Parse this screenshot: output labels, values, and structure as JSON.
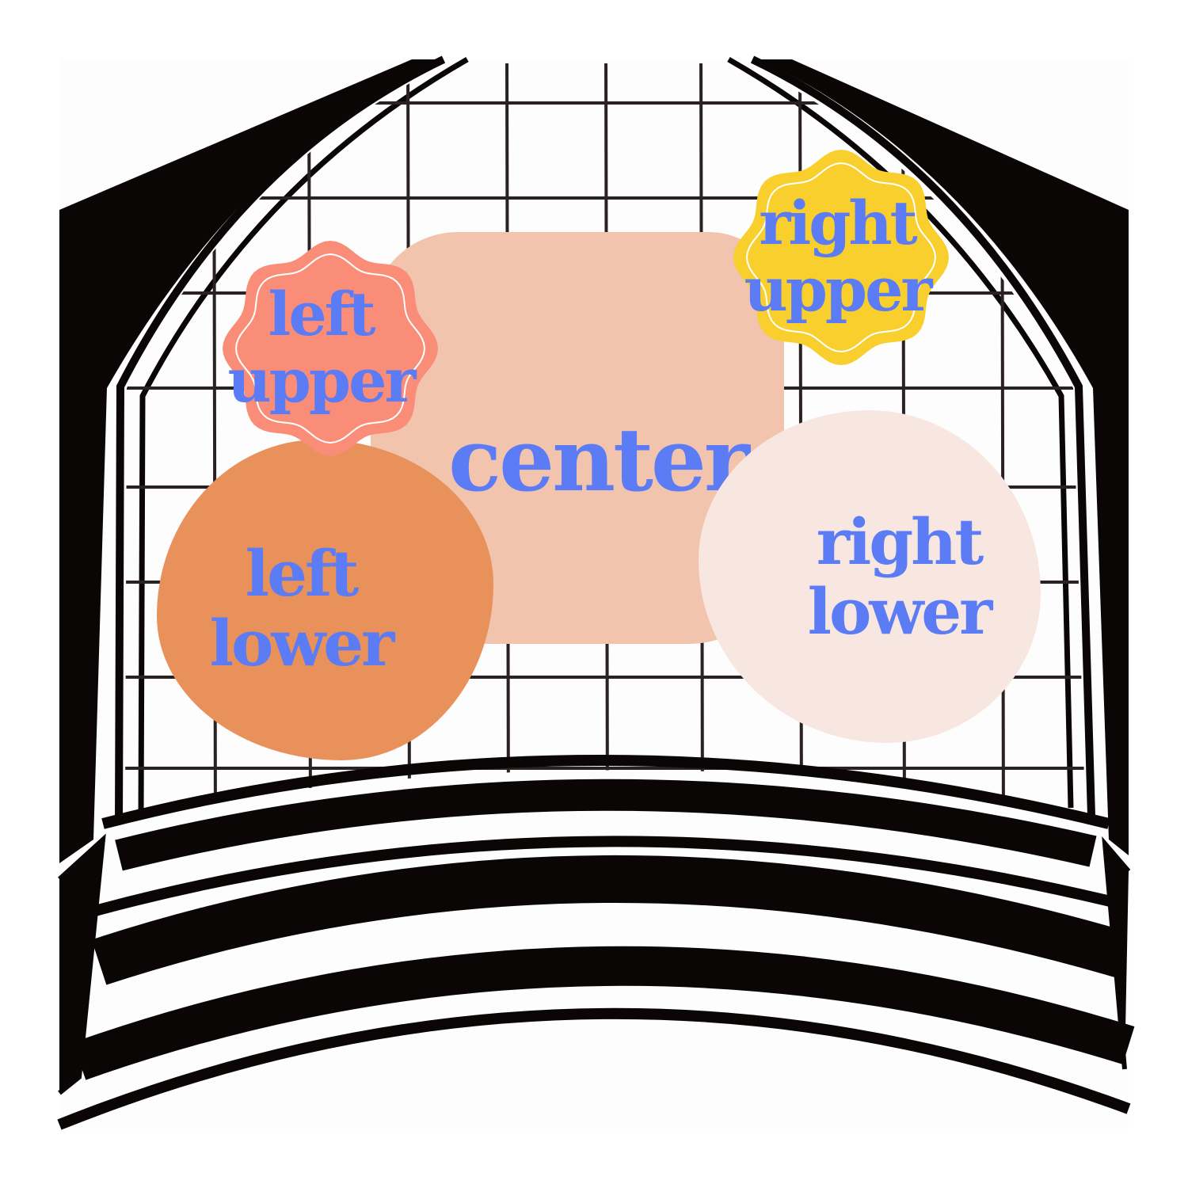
{
  "colors": {
    "text": "#5B7CF5",
    "left_upper": "#F98D78",
    "right_upper": "#F8CF2C",
    "center": "#F2C4AE",
    "left_lower": "#E8915A",
    "right_lower": "#F8E6E0",
    "hat_ink": "#0a0606"
  },
  "placements": {
    "left_upper": {
      "line1": "left",
      "line2": "upper"
    },
    "right_upper": {
      "line1": "right",
      "line2": "upper"
    },
    "center": {
      "line1": "center"
    },
    "left_lower": {
      "line1": "left",
      "line2": "lower"
    },
    "right_lower": {
      "line1": "right",
      "line2": "lower"
    }
  }
}
